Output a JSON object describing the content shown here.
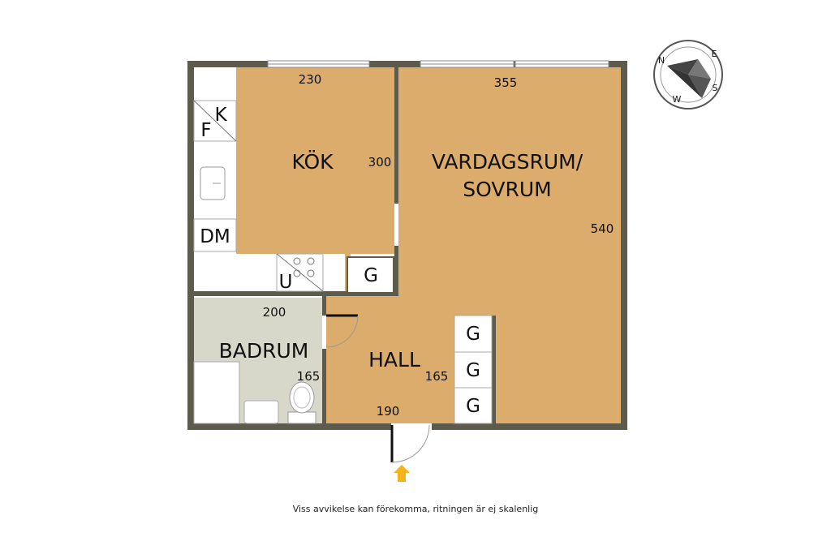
{
  "rooms": {
    "kitchen": {
      "name": "KÖK",
      "width": "230",
      "depth": "300"
    },
    "living": {
      "name_line1": "VARDAGSRUM/",
      "name_line2": "SOVRUM",
      "width": "355",
      "depth": "540"
    },
    "bath": {
      "name": "BADRUM",
      "width": "200",
      "depth": "165"
    },
    "hall": {
      "name": "HALL",
      "width": "190",
      "depth": "165"
    }
  },
  "fixtures": {
    "fridge": "K",
    "freezer": "F",
    "dishwasher": "DM",
    "oven": "U",
    "wardrobe": "G"
  },
  "compass": {
    "n": "N",
    "e": "E",
    "s": "S",
    "w": "W"
  },
  "footer_note": "Viss avvikelse kan förekomma, ritningen är ej skalenlig",
  "colors": {
    "floor": "#dcac6c",
    "bathroom_floor": "#d7d7ca",
    "wall": "#5e5a4c",
    "entrance_arrow": "#f5b21b"
  }
}
